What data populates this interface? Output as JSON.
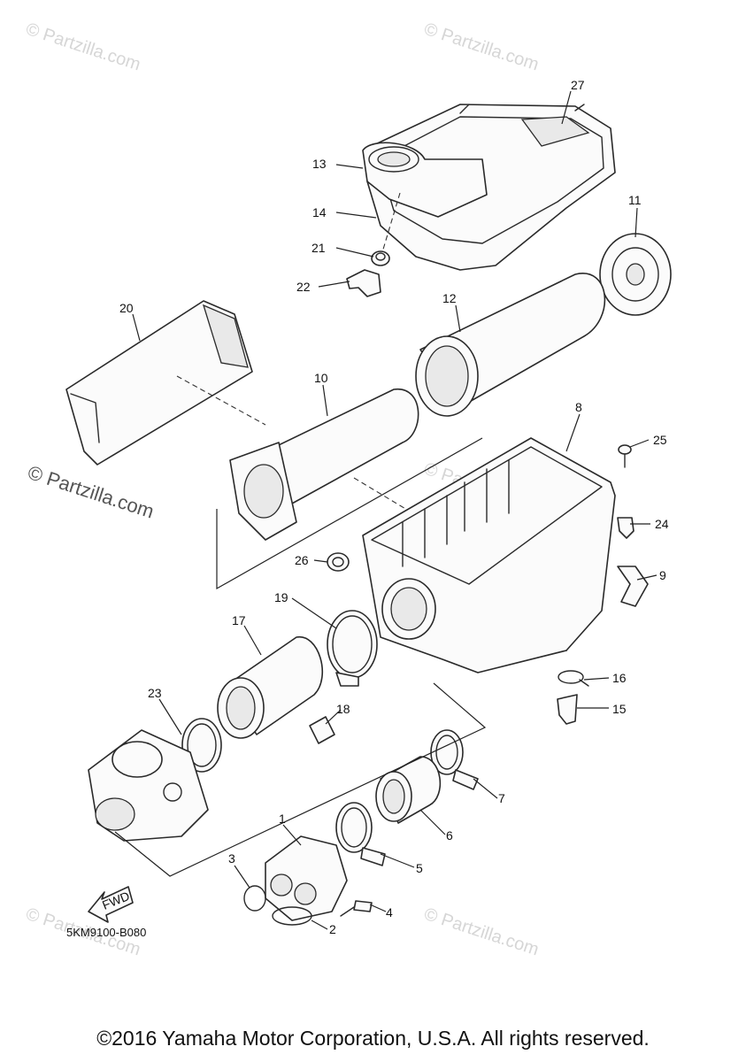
{
  "watermark": "© Partzilla.com",
  "diagram_code": "5KM9100-B080",
  "fwd_label": "FWD",
  "copyright": "©2016 Yamaha Motor Corporation, U.S.A. All rights reserved.",
  "callouts": {
    "c1": "1",
    "c2": "2",
    "c3": "3",
    "c4": "4",
    "c5": "5",
    "c6": "6",
    "c7": "7",
    "c8": "8",
    "c9": "9",
    "c10": "10",
    "c11": "11",
    "c12": "12",
    "c13": "13",
    "c14": "14",
    "c15": "15",
    "c16": "16",
    "c17": "17",
    "c18": "18",
    "c19": "19",
    "c20": "20",
    "c21": "21",
    "c22": "22",
    "c23": "23",
    "c24": "24",
    "c25": "25",
    "c26": "26",
    "c27": "27"
  }
}
